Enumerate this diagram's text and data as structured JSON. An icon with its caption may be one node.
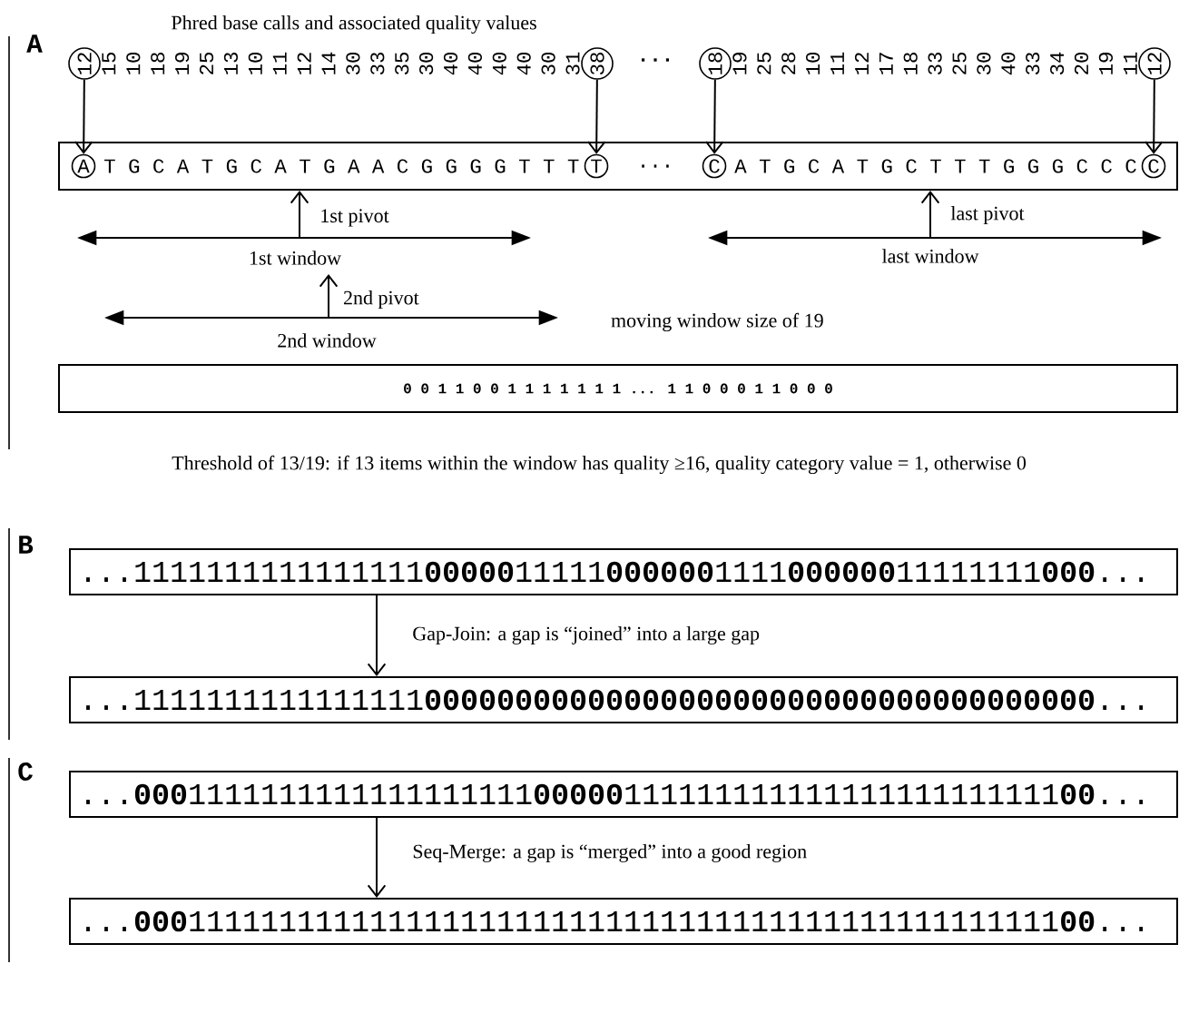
{
  "diagram": {
    "nodes": [
      {
        "text": [
          "12"
        ]
      },
      {
        "text": [
          "38"
        ]
      },
      {
        "text": [
          "18"
        ]
      },
      {
        "text": [
          "12"
        ]
      },
      {
        "text": [
          "T G C A T G C A T G A A C G G G G T T T",
          "...",
          "A T G C A T G C T T T G G G C C C"
        ]
      },
      {
        "text": [
          "A"
        ],
        "in": 4
      },
      {
        "text": [
          "T"
        ],
        "in": 4
      },
      {
        "text": [
          "C"
        ],
        "in": 4
      },
      {
        "text": [
          "C"
        ],
        "in": 4
      },
      {
        "text": [
          "0 0 1 1 0 0 1 1 1 1 1 1 1 ... 1 1 0 0 0 1 1 0 0 0"
        ]
      },
      {
        "text": [
          "...1111111111111111**00000**11111**000000**1111**000000**11111111**000**..."
        ]
      },
      {
        "text": [
          "...1111111111111111**0000000000000000000000000000000000000**..."
        ]
      },
      {
        "text": [
          "...**000**1111111111111111111**00000**111111111111111111111111**00**..."
        ]
      },
      {
        "text": [
          "...**000**111111111111111111111111111111111111111111111111**00**..."
        ]
      }
    ],
    "edges": [
      {
        "from": 0,
        "to": 5,
        "arrow": "to"
      },
      {
        "from": 1,
        "to": 6,
        "arrow": "to"
      },
      {
        "from": 2,
        "to": 7,
        "arrow": "to"
      },
      {
        "from": 3,
        "to": 8,
        "arrow": "to"
      },
      {
        "from": null,
        "to": 4,
        "arrow": "to",
        "label": "1st pivot"
      },
      {
        "from": null,
        "to": 4,
        "arrow": "to",
        "label": "last pivot"
      },
      {
        "from": 10,
        "to": 11,
        "arrow": "to",
        "label": "Gap-Join: a gap is “joined” into a large gap"
      },
      {
        "from": 12,
        "to": 13,
        "arrow": "to",
        "label": "Seq-Merge: a gap is “merged” into a good region"
      }
    ],
    "labels": [
      "A",
      "Phred base calls and associated quality values",
      "15",
      "10",
      "18",
      "19",
      "25",
      "13",
      "10",
      "11",
      "12",
      "14",
      "30",
      "33",
      "35",
      "30",
      "40",
      "40",
      "40",
      "40",
      "30",
      "31",
      "...",
      "19",
      "25",
      "28",
      "10",
      "11",
      "12",
      "17",
      "18",
      "33",
      "25",
      "30",
      "40",
      "33",
      "34",
      "20",
      "19",
      "11",
      "1st window",
      "last window",
      "2nd pivot",
      "2nd window",
      "moving window size of 19",
      "Threshold of 13/19: if 13 items within the window has quality ≥16, quality category value = 1, otherwise 0",
      "B",
      "C"
    ]
  }
}
